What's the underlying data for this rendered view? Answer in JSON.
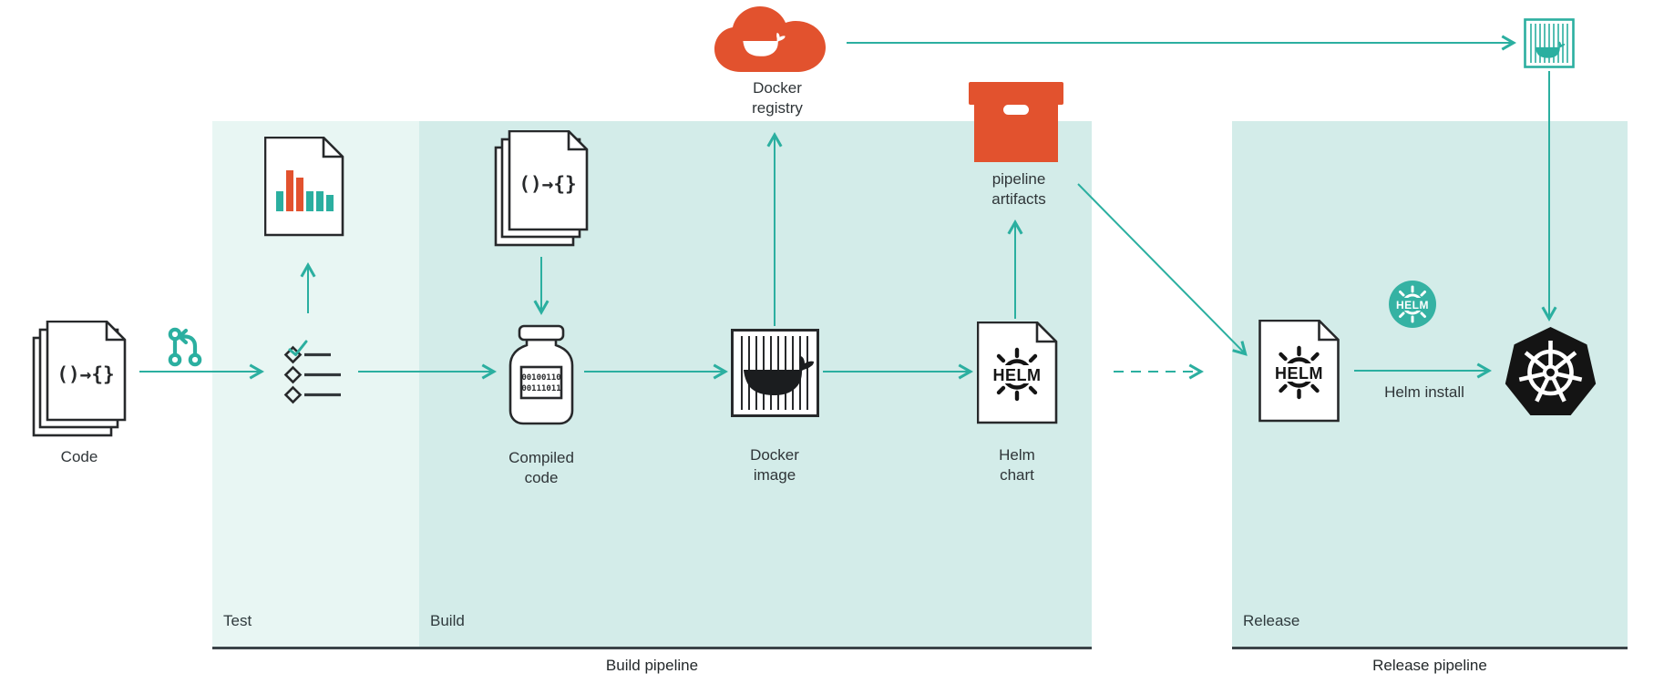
{
  "colors": {
    "teal_accent": "#2BAFA0",
    "teal_badge": "#35B2A3",
    "orange": "#E2522E",
    "test_region_bg": "#E8F6F3",
    "build_region_bg": "#D3ECE9",
    "release_region_bg": "#D3ECE9",
    "icon_stroke": "#27292B",
    "underline": "#3B4448",
    "label_text": "#2F3538"
  },
  "regions": {
    "test": {
      "label": "Test"
    },
    "build": {
      "label": "Build"
    },
    "release": {
      "label": "Release"
    }
  },
  "pipelines": {
    "build_label": "Build pipeline",
    "release_label": "Release pipeline"
  },
  "nodes": {
    "code": {
      "label": "Code",
      "glyph": "()→{}"
    },
    "source_docs": {
      "glyph": "()→{}"
    },
    "compiled_code": {
      "label": "Compiled code",
      "binary": [
        "00100110",
        "00111011"
      ]
    },
    "docker_image": {
      "label": "Docker image"
    },
    "helm_chart": {
      "label": "Helm chart",
      "logo_text": "HELM"
    },
    "docker_registry": {
      "label": "Docker registry"
    },
    "pipeline_artifacts": {
      "label": "pipeline artifacts"
    },
    "release_helm_chart": {
      "logo_text": "HELM"
    },
    "helm_badge": {
      "logo_text": "HELM"
    },
    "helm_install_label": "Helm install"
  }
}
